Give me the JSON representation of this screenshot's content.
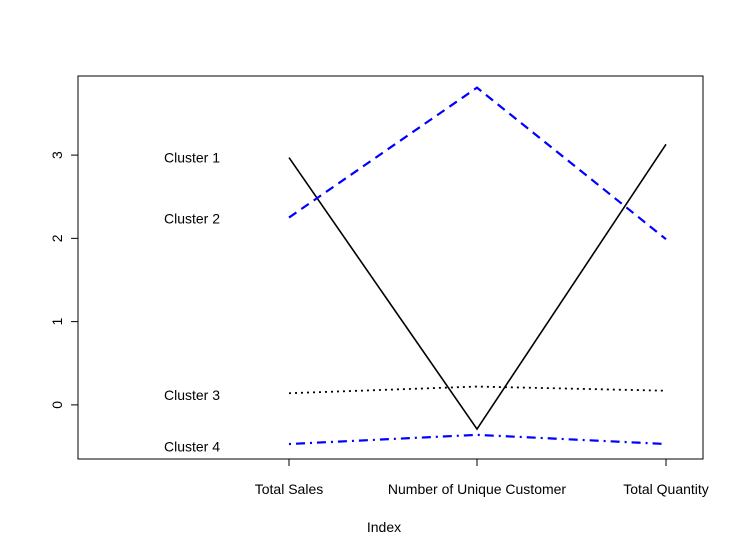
{
  "chart_data": {
    "type": "line",
    "title": "",
    "xlabel": "Index",
    "ylabel": "",
    "categories": [
      "Total Sales",
      "Number of Unique Customer",
      "Total Quantity"
    ],
    "yticks": [
      0,
      1,
      2,
      3
    ],
    "ylim": [
      -0.65,
      3.95
    ],
    "grid": false,
    "series": [
      {
        "name": "Cluster 1",
        "values": [
          2.97,
          -0.29,
          3.13
        ],
        "color": "#000000",
        "linestyle": "solid"
      },
      {
        "name": "Cluster 2",
        "values": [
          2.25,
          3.81,
          1.99
        ],
        "color": "#0000ff",
        "linestyle": "dashed"
      },
      {
        "name": "Cluster 3",
        "values": [
          0.14,
          0.22,
          0.17
        ],
        "color": "#000000",
        "linestyle": "dotted"
      },
      {
        "name": "Cluster 4",
        "values": [
          -0.47,
          -0.36,
          -0.47
        ],
        "color": "#0000ff",
        "linestyle": "dotdash"
      }
    ],
    "annotations": [
      {
        "text": "Cluster 1",
        "y": 2.97
      },
      {
        "text": "Cluster 2",
        "y": 2.24
      },
      {
        "text": "Cluster 3",
        "y": 0.12
      },
      {
        "text": "Cluster 4",
        "y": -0.5
      }
    ]
  }
}
